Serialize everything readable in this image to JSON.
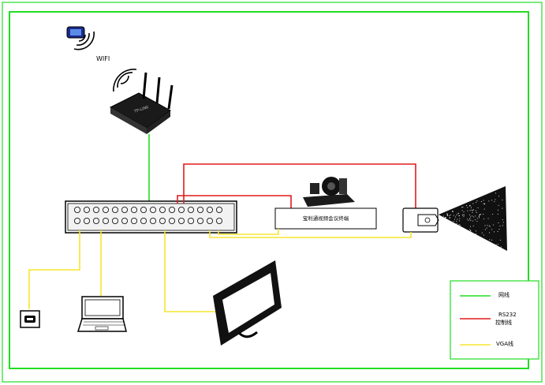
{
  "wifi": {
    "label": "WIFI"
  },
  "router": {
    "brand": "TP-LINK"
  },
  "terminal": {
    "label": "宝利通视频会议终端"
  },
  "legend": {
    "items": [
      {
        "label": "网线",
        "color": "#22dd22"
      },
      {
        "label_line1": "RS232",
        "label_line2": "控制线",
        "color": "#e31a1a"
      },
      {
        "label": "VGA线",
        "color": "#f5e62e"
      }
    ]
  },
  "colors": {
    "network": "#22dd22",
    "rs232": "#e31a1a",
    "vga": "#f5e62e",
    "frame": "#22dd22"
  }
}
